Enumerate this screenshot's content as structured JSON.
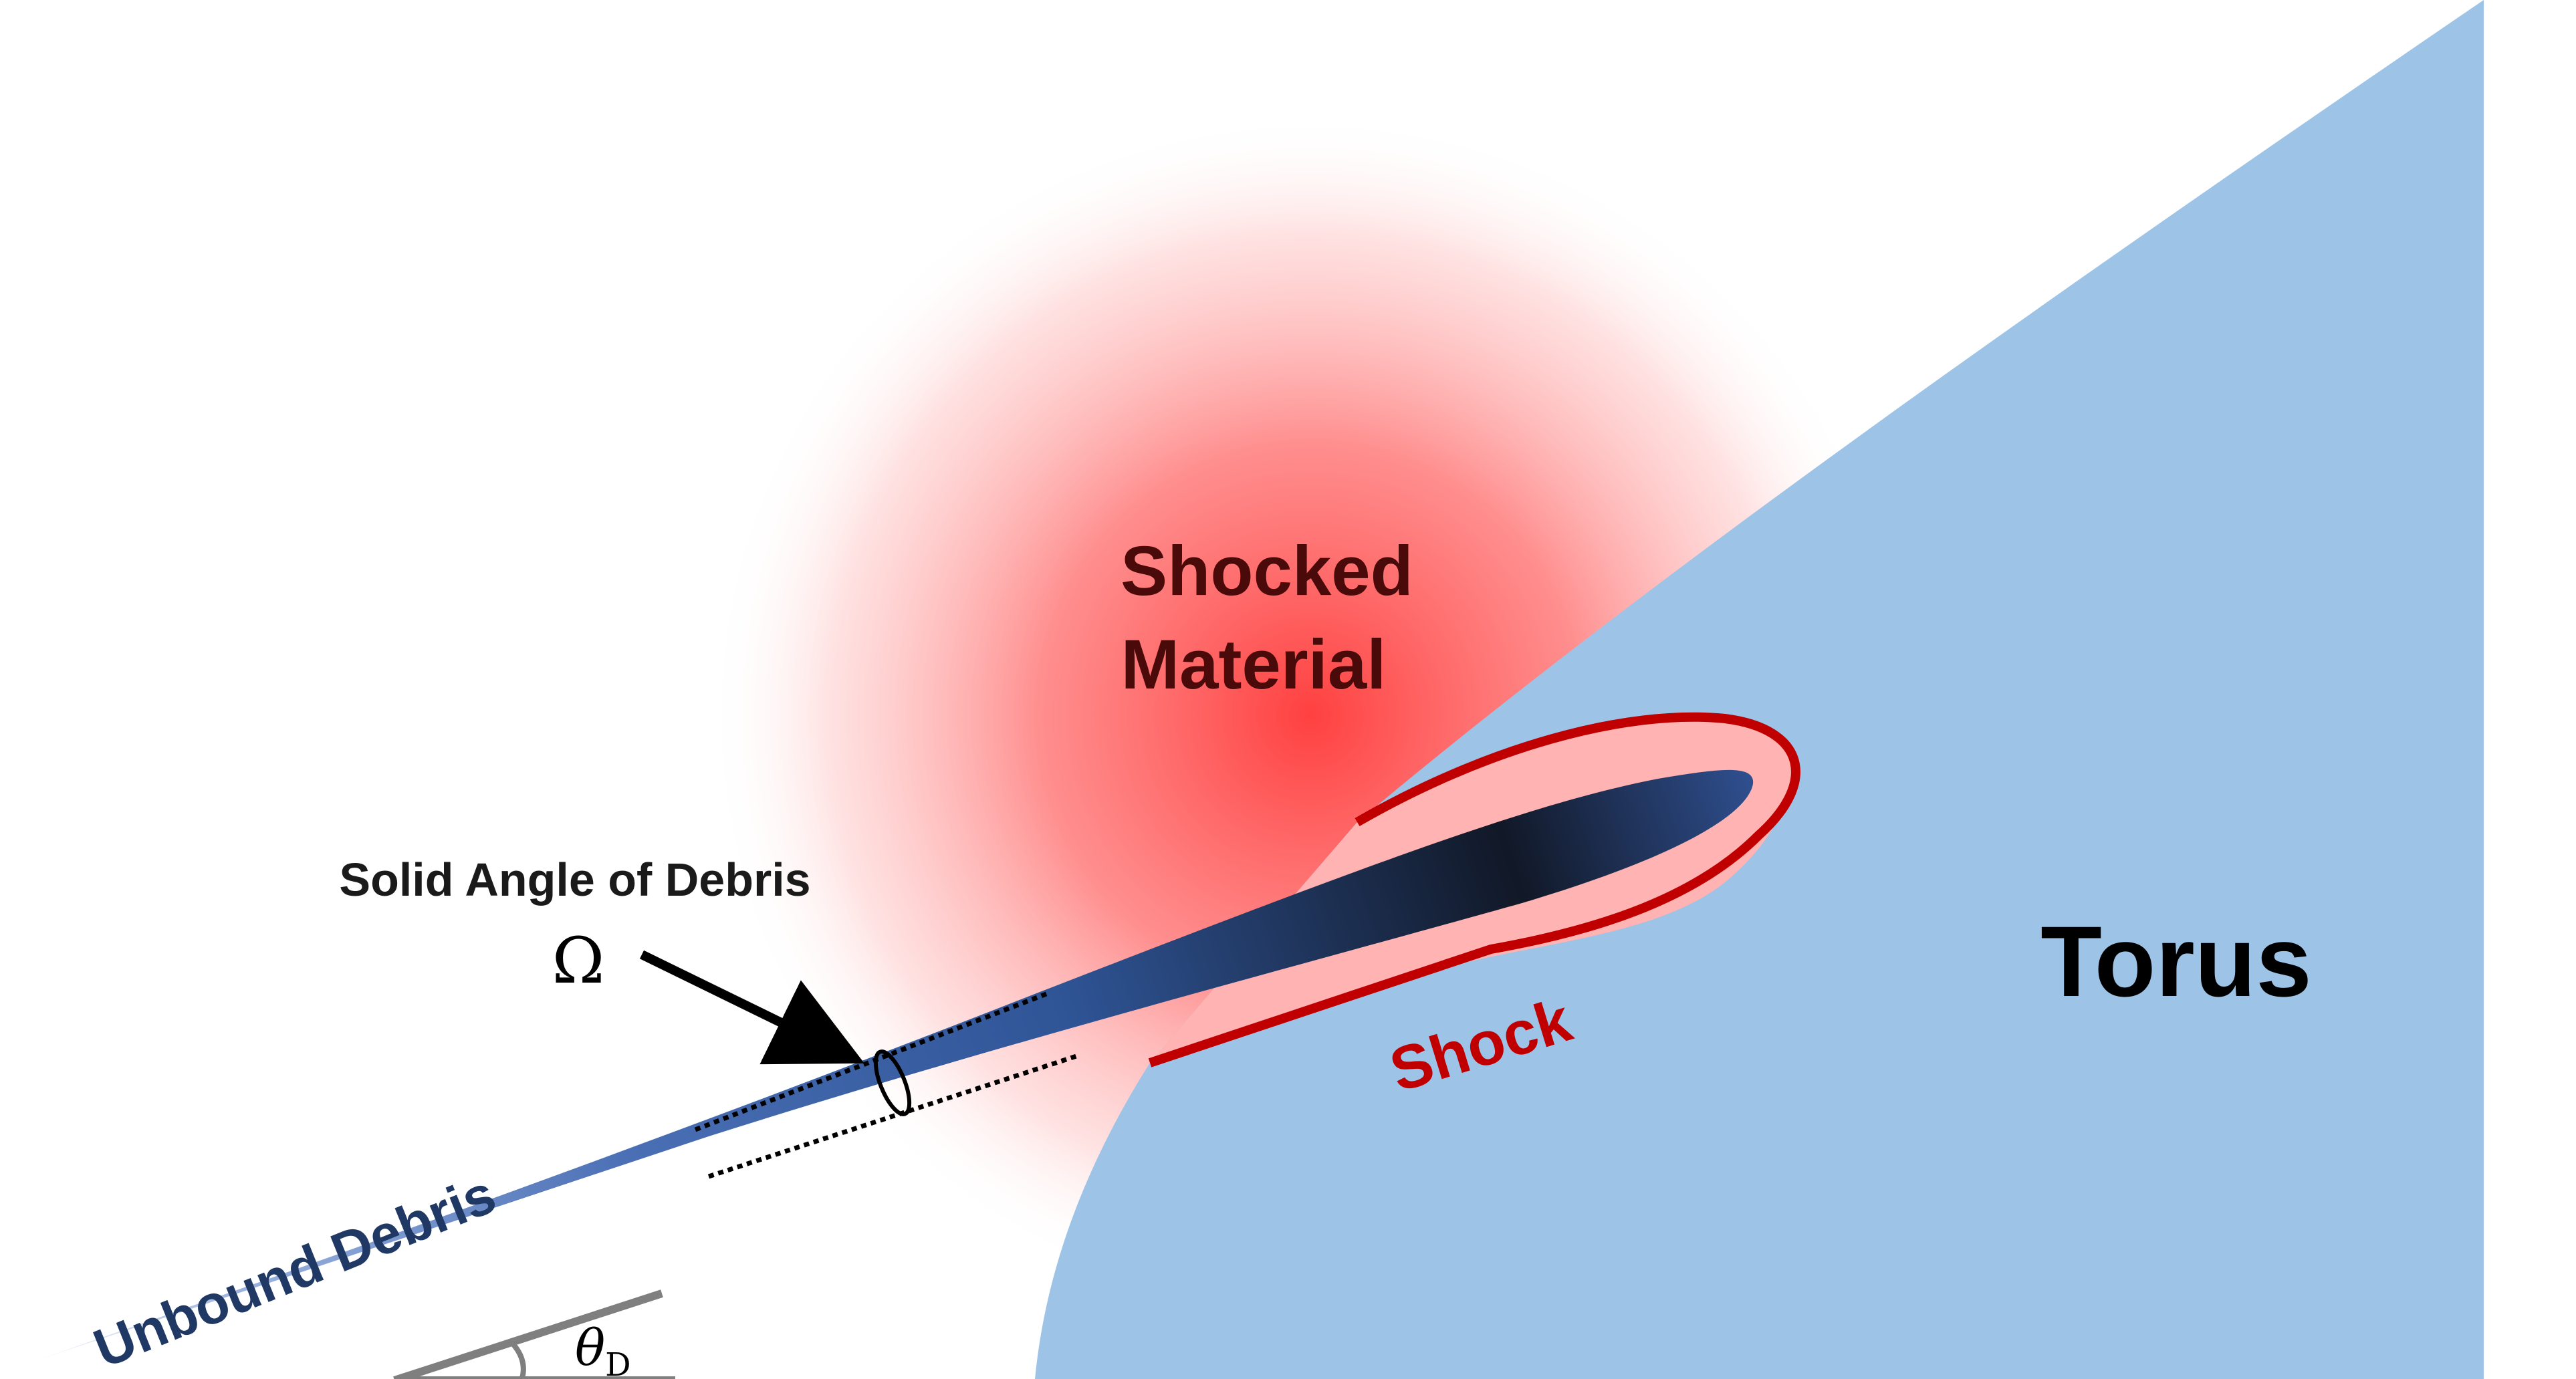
{
  "labels": {
    "shocked_line1": "Shocked",
    "shocked_line2": "Material",
    "torus": "Torus",
    "shock": "Shock",
    "solid_angle": "Solid Angle of Debris",
    "omega": "Ω",
    "unbound_debris": "Unbound Debris",
    "theta": "θ",
    "theta_sub": "D"
  },
  "colors": {
    "torus": "#9dc3e6",
    "shocked_center": "#ff4a4a",
    "shock_line": "#c00000",
    "debris_dark": "#111827",
    "debris_mid": "#2f5597",
    "debris_light": "#8eaadb",
    "label_dark_red": "#4a0a0a",
    "label_navy": "#1f3864",
    "label_shock": "#c00000",
    "angle_lines": "#7f7f7f"
  },
  "icons": {
    "pointer": "arrow-icon",
    "cross_section": "ellipse-icon"
  }
}
